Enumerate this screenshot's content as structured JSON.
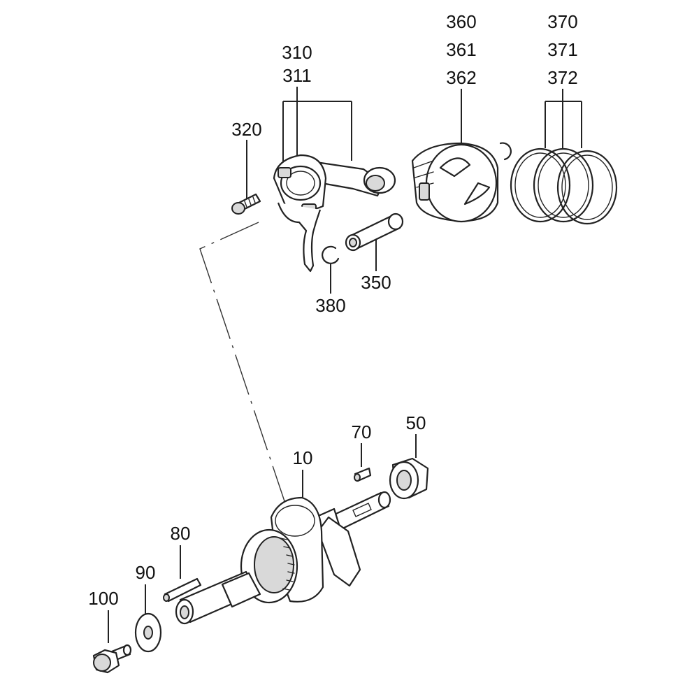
{
  "labels": {
    "p310": "310",
    "p311": "311",
    "p320": "320",
    "p360": "360",
    "p361": "361",
    "p362": "362",
    "p370": "370",
    "p371": "371",
    "p372": "372",
    "p350": "350",
    "p380": "380",
    "p10": "10",
    "p70": "70",
    "p50": "50",
    "p80": "80",
    "p90": "90",
    "p100": "100"
  },
  "colors": {
    "line": "#222222",
    "shade": "#d9d9d9",
    "background": "#ffffff"
  }
}
